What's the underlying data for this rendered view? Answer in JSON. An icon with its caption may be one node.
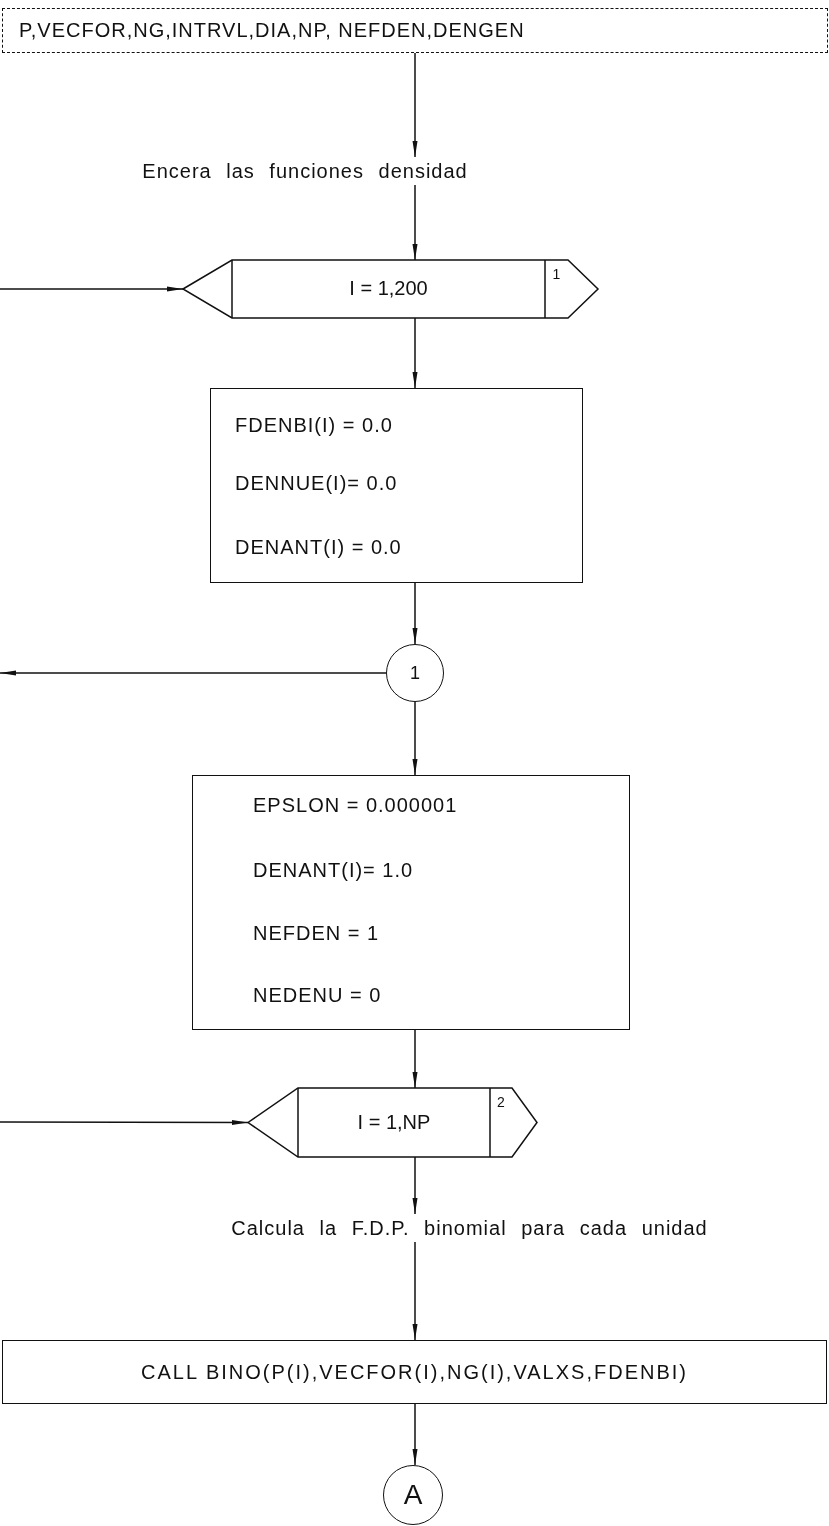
{
  "diagram": {
    "nodes": [
      {
        "text": [
          "P,VECFOR,NG,INTRVL,DIA,NP, NEFDEN,DENGEN"
        ]
      },
      {
        "text": [
          "Encera las funciones densidad"
        ]
      },
      {
        "text": [
          "I = 1,200",
          "1"
        ]
      },
      {
        "text": [
          "FDENBI(I) = 0.0",
          "DENNUE(I)= 0.0",
          "DENANT(I) = 0.0"
        ]
      },
      {
        "text": [
          "1"
        ]
      },
      {
        "text": [
          "EPSLON = 0.000001",
          "DENANT(I)= 1.0",
          "NEFDEN = 1",
          "NEDENU = 0"
        ]
      },
      {
        "text": [
          "I = 1,NP",
          "2"
        ]
      },
      {
        "text": [
          "Calcula la F.D.P. binomial para cada unidad"
        ]
      },
      {
        "text": [
          "CALL BINO(P(I),VECFOR(I),NG(I),VALXS,FDENBI)"
        ]
      },
      {
        "text": [
          "A"
        ]
      }
    ],
    "edges": [
      {
        "from": 0,
        "to": 1,
        "arrow": "to"
      },
      {
        "from": 1,
        "to": 2,
        "arrow": "to"
      },
      {
        "from": null,
        "to": 2,
        "arrow": "to"
      },
      {
        "from": 2,
        "to": 3,
        "arrow": "to"
      },
      {
        "from": 3,
        "to": 4,
        "arrow": "to"
      },
      {
        "from": 4,
        "to": null,
        "arrow": "to"
      },
      {
        "from": 4,
        "to": 5,
        "arrow": "to"
      },
      {
        "from": null,
        "to": 6,
        "arrow": "to"
      },
      {
        "from": 5,
        "to": 6,
        "arrow": "to"
      },
      {
        "from": 6,
        "to": 7,
        "arrow": "to"
      },
      {
        "from": 7,
        "to": 8,
        "arrow": "to"
      },
      {
        "from": 8,
        "to": 9,
        "arrow": "to"
      }
    ]
  }
}
